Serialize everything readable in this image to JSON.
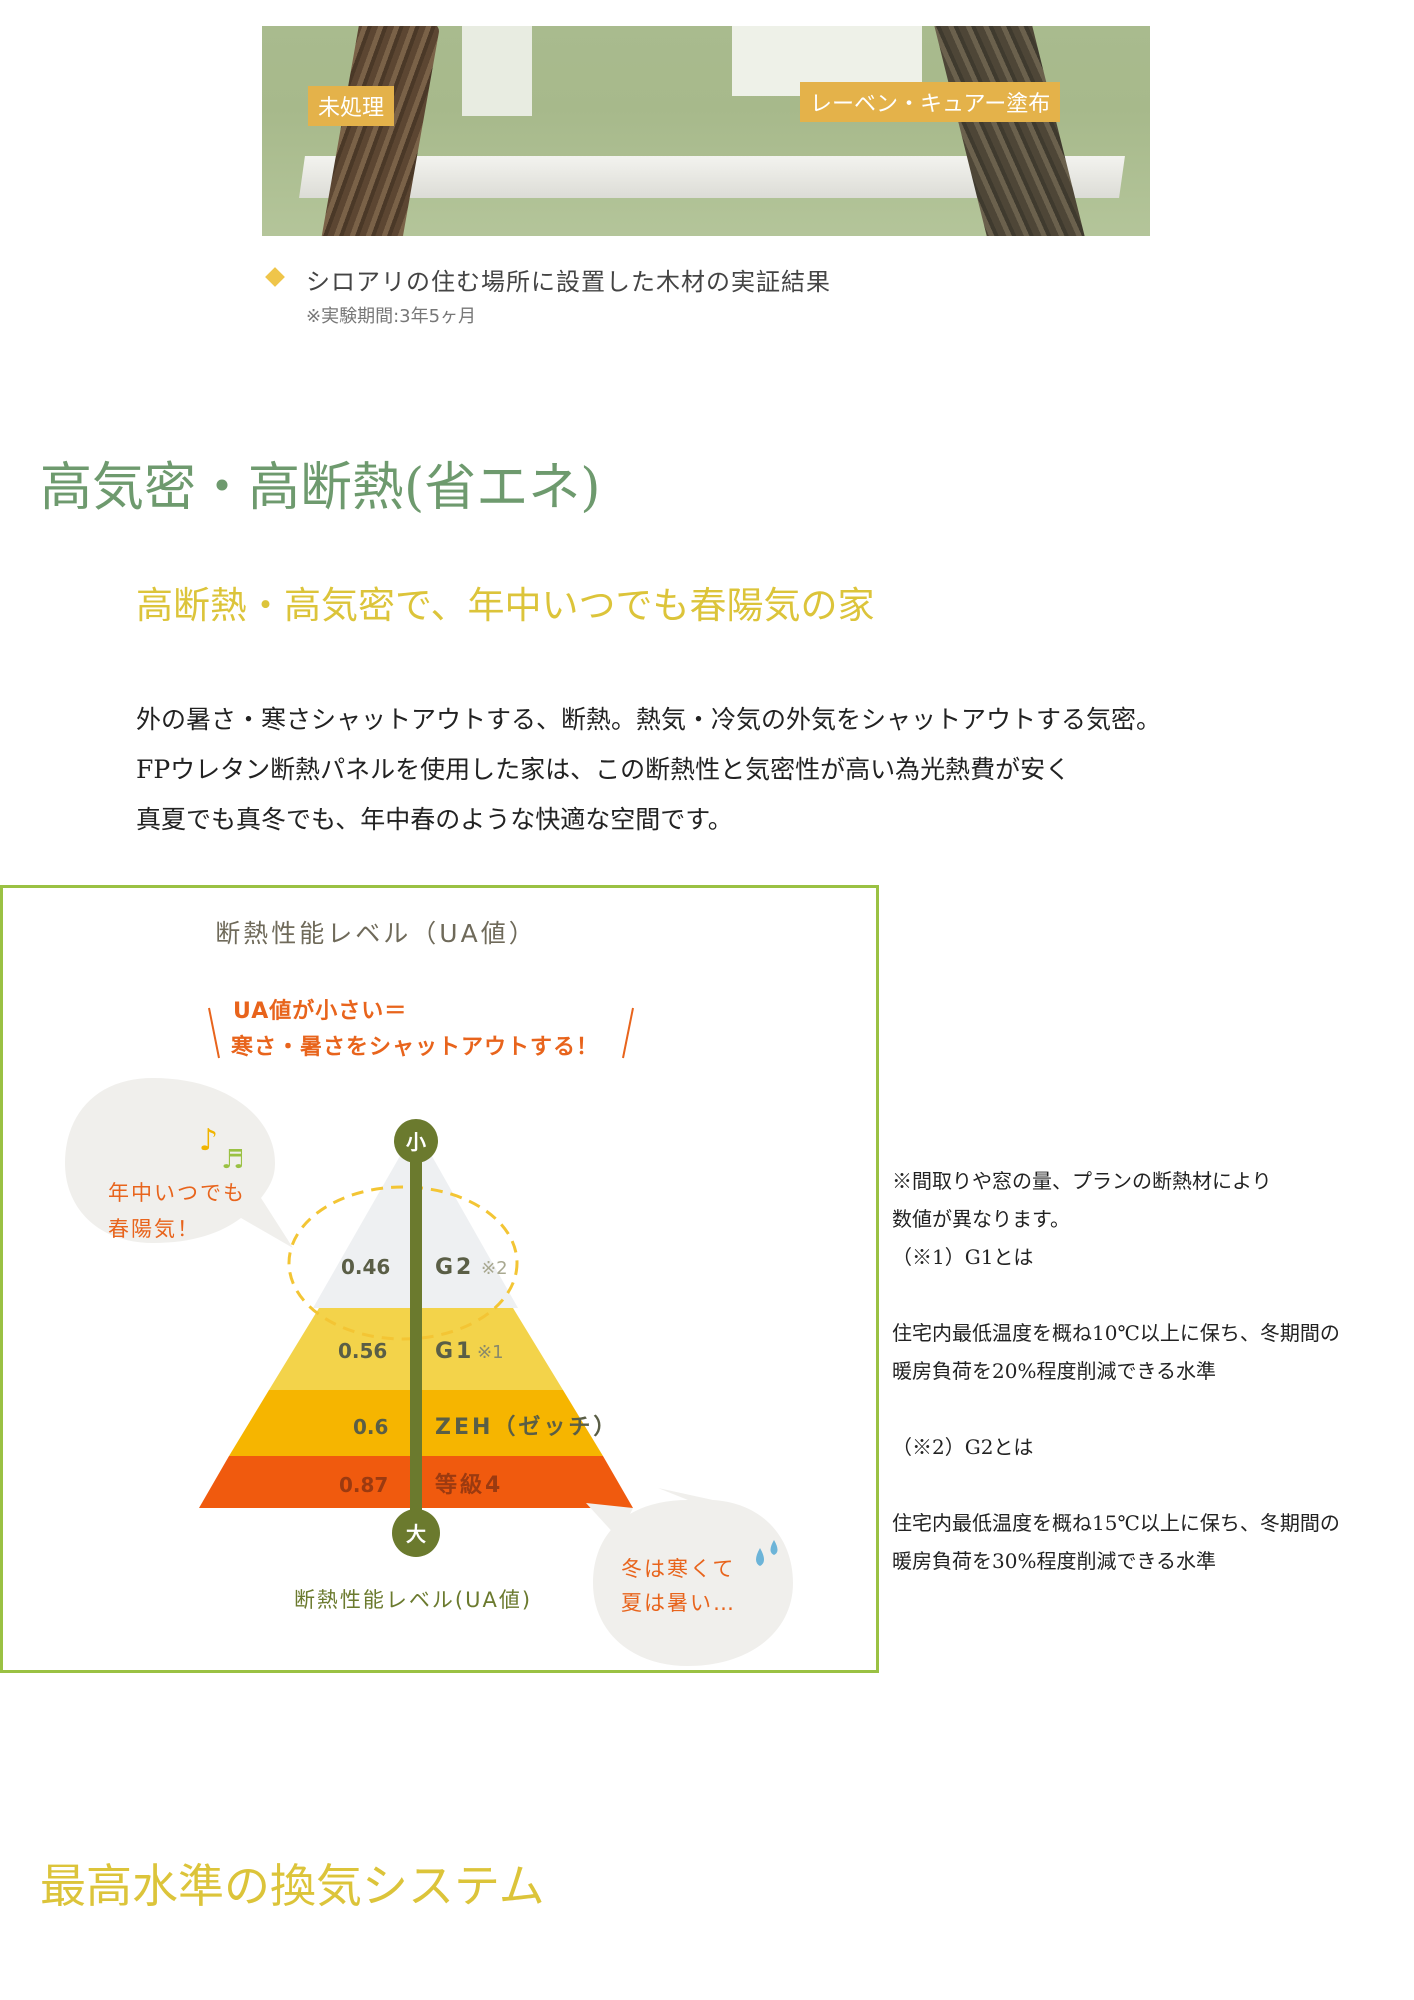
{
  "photo": {
    "label_untreated": "未処理",
    "label_treated": "レーベン・キュアー塗布"
  },
  "caption": {
    "main": "シロアリの住む場所に設置した木材の実証結果",
    "sub": "※実験期間:3年5ヶ月"
  },
  "section_title": "高気密・高断熱(省エネ)",
  "sub_title": "高断熱・高気密で、年中いつでも春陽気の家",
  "body_lines": [
    "外の暑さ・寒さシャットアウトする、断熱。熱気・冷気の外気をシャットアウトする気密。",
    "FPウレタン断熱パネルを使用した家は、この断熱性と気密性が高い為光熱費が安く",
    "真夏でも真冬でも、年中春のような快適な空間です。"
  ],
  "diagram": {
    "title": "断熱性能レベル（UA値）",
    "callout_line1": "UA値が小さい＝",
    "callout_line2": "寒さ・暑さをシャットアウトする！",
    "bubble_good_line1": "年中いつでも",
    "bubble_good_line2": "春陽気！",
    "bubble_bad_line1": "冬は寒くて",
    "bubble_bad_line2": "夏は暑い…",
    "axis_top": "小",
    "axis_bottom": "大",
    "bottom_label": "断熱性能レベル(UA値)",
    "levels": [
      {
        "value": "0.46",
        "name": "G2",
        "mark": "※2",
        "color": "#ffffff"
      },
      {
        "value": "0.56",
        "name": "G1",
        "mark": "※1",
        "color": "#f3d34a"
      },
      {
        "value": "0.6",
        "name": "ZEH（ゼッチ）",
        "mark": "",
        "color": "#f6b500"
      },
      {
        "value": "0.87",
        "name": "等級4",
        "mark": "",
        "color": "#f05a0e"
      }
    ],
    "colors": {
      "border": "#9ac143",
      "axis": "#6b7a2e",
      "accent_text": "#e8641c"
    }
  },
  "notes": [
    "※間取りや窓の量、プランの断熱材により",
    "数値が異なります。",
    "（※1）G1とは",
    "",
    "住宅内最低温度を概ね10℃以上に保ち、冬期間の",
    "暖房負荷を20%程度削減できる水準",
    "",
    "（※2）G2とは",
    "",
    "住宅内最低温度を概ね15℃以上に保ち、冬期間の",
    "暖房負荷を30%程度削減できる水準"
  ],
  "bottom_title": "最高水準の換気システム"
}
